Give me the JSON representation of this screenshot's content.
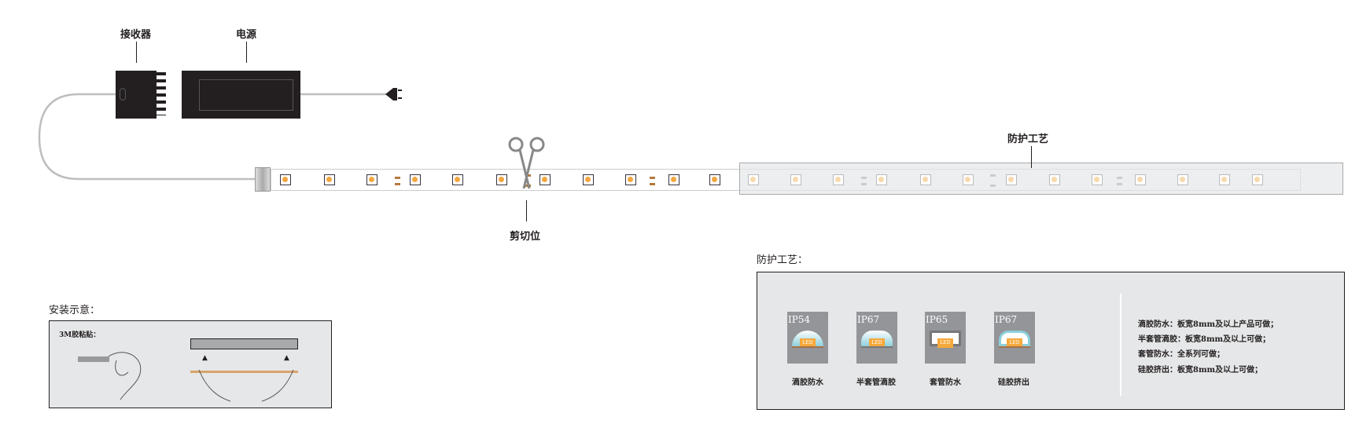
{
  "labels": {
    "receiver": "接收器",
    "power": "电源",
    "protection": "防护工艺",
    "cut": "剪切位"
  },
  "install": {
    "title": "安装示意：",
    "adhesive": "3M胶粘贴："
  },
  "protection_panel": {
    "title": "防护工艺：",
    "cards": [
      {
        "rating": "IP54",
        "name": "滴胶防水",
        "led": "LED"
      },
      {
        "rating": "IP67",
        "name": "半套管滴胶",
        "led": "LED"
      },
      {
        "rating": "IP65",
        "name": "套管防水",
        "led": "LED"
      },
      {
        "rating": "IP67",
        "name": "硅胶挤出",
        "led": "LED"
      }
    ],
    "notes": [
      "滴胶防水：板宽8mm及以上产品可做；",
      "半套管滴胶：板宽8mm及以上可做；",
      "套管防水：全系列可做；",
      "硅胶挤出：板宽8mm及以上可做；"
    ]
  },
  "colors": {
    "led": "#f4a640",
    "panel": "#e6e7e8",
    "card": "#939598"
  }
}
